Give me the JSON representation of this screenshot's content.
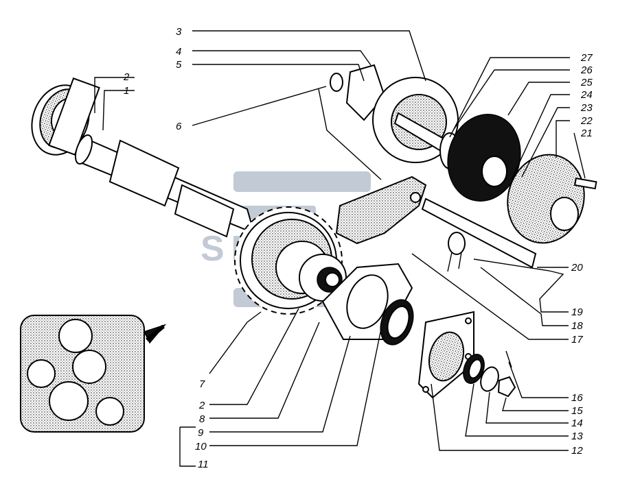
{
  "diagram": {
    "callouts": [
      {
        "id": "c1",
        "text": "1"
      },
      {
        "id": "c2a",
        "text": "2"
      },
      {
        "id": "c3",
        "text": "3"
      },
      {
        "id": "c4",
        "text": "4"
      },
      {
        "id": "c5",
        "text": "5"
      },
      {
        "id": "c6",
        "text": "6"
      },
      {
        "id": "c7",
        "text": "7"
      },
      {
        "id": "c2b",
        "text": "2"
      },
      {
        "id": "c8",
        "text": "8"
      },
      {
        "id": "c9",
        "text": "9"
      },
      {
        "id": "c10",
        "text": "10"
      },
      {
        "id": "c11",
        "text": "11"
      },
      {
        "id": "c12",
        "text": "12"
      },
      {
        "id": "c13",
        "text": "13"
      },
      {
        "id": "c14",
        "text": "14"
      },
      {
        "id": "c15",
        "text": "15"
      },
      {
        "id": "c16",
        "text": "16"
      },
      {
        "id": "c17",
        "text": "17"
      },
      {
        "id": "c18",
        "text": "18"
      },
      {
        "id": "c19",
        "text": "19"
      },
      {
        "id": "c20",
        "text": "20"
      },
      {
        "id": "c21",
        "text": "21"
      },
      {
        "id": "c22",
        "text": "22"
      },
      {
        "id": "c23",
        "text": "23"
      },
      {
        "id": "c24",
        "text": "24"
      },
      {
        "id": "c25",
        "text": "25"
      },
      {
        "id": "c26",
        "text": "26"
      },
      {
        "id": "c27",
        "text": "27"
      }
    ],
    "watermark": "SPL",
    "colors": {
      "ink": "#000000",
      "paper": "#ffffff",
      "watermark": "#8f9fb4"
    }
  }
}
